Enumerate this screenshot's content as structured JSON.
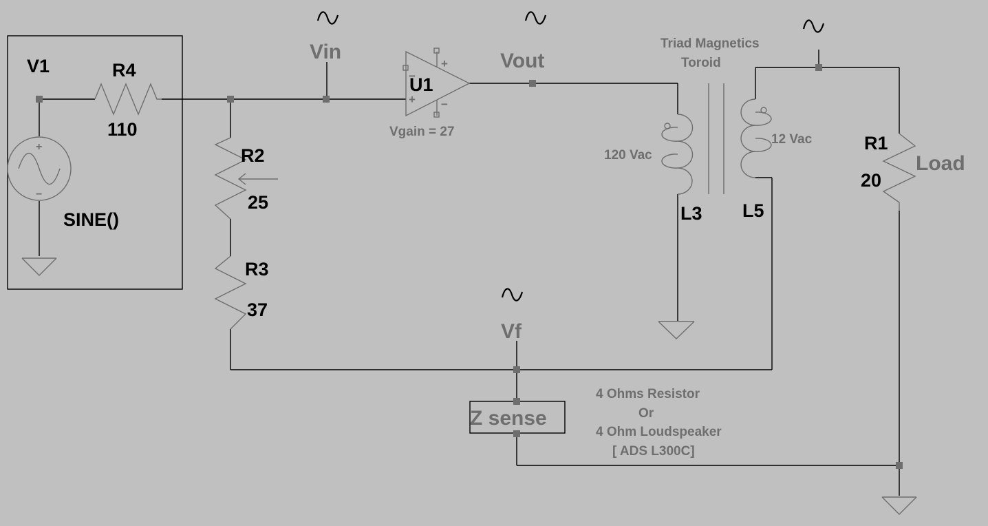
{
  "labels": {
    "v1": "V1",
    "r4": "R4",
    "r4_value": "110",
    "sine": "SINE()",
    "vin": "Vin",
    "u1": "U1",
    "vgain": "Vgain = 27",
    "vout": "Vout",
    "toroid_line1": "Triad Magnetics",
    "toroid_line2": "Toroid",
    "l3": "L3",
    "l3_voltage": "120 Vac",
    "l5": "L5",
    "l5_voltage": "12 Vac",
    "r2": "R2",
    "r2_value": "25",
    "r3": "R3",
    "r3_value": "37",
    "vf": "Vf",
    "r1": "R1",
    "r1_value": "20",
    "load": "Load",
    "zsense": "Z sense",
    "note_line1": "4 Ohms Resistor",
    "note_line2": "Or",
    "note_line3": "4 Ohm Loudspeaker",
    "note_line4": "[ ADS L300C]",
    "plus": "+",
    "minus": "−"
  },
  "probe_icon": "sine-wave-probe-icon",
  "colors": {
    "background": "#c0c0c0",
    "wire": "#000000",
    "component_gray": "#6e6e6e"
  }
}
